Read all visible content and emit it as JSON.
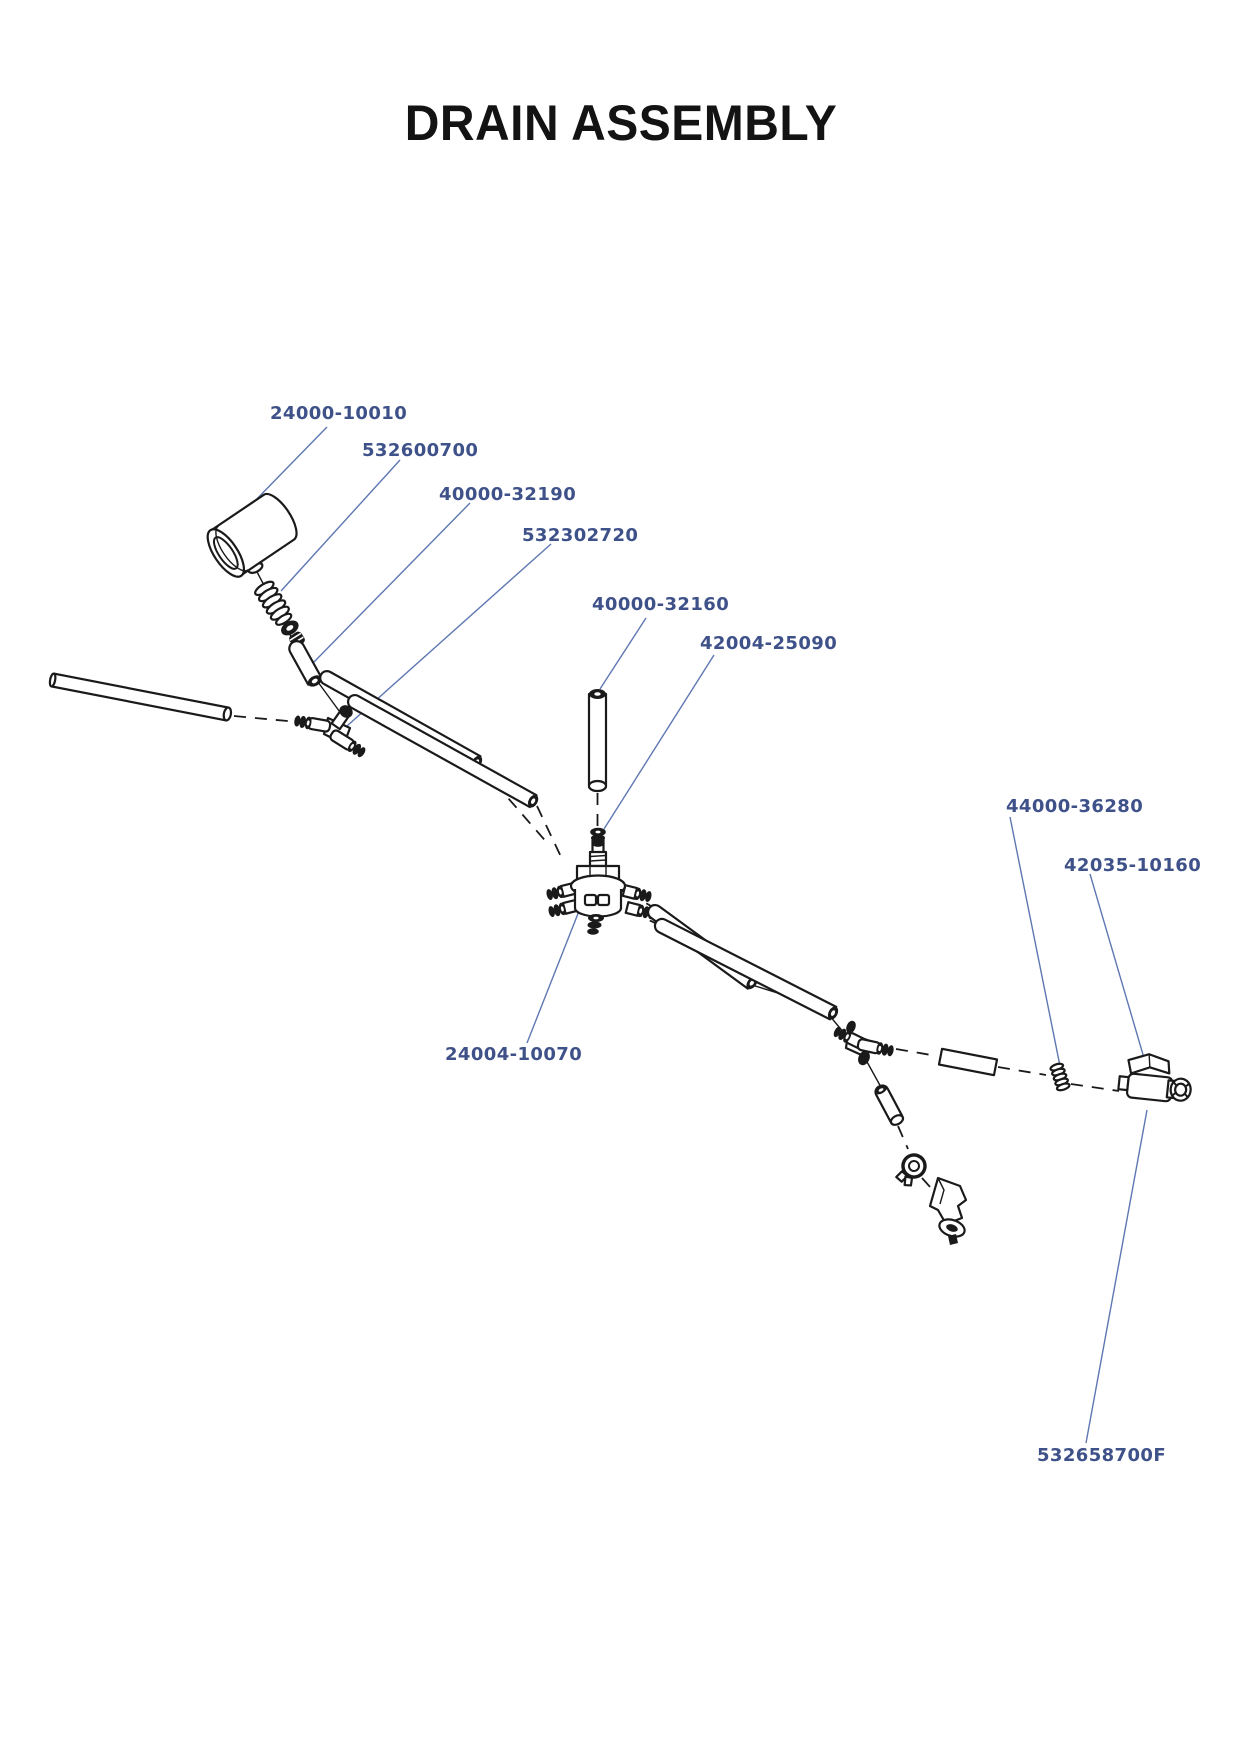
{
  "title": "DRAIN ASSEMBLY",
  "colors": {
    "title_text": "#131313",
    "label_text": "#3e5189",
    "leader_line": "#5e77b2",
    "line_work": "#1a1a1a",
    "background": "#ffffff"
  },
  "part_labels": [
    {
      "text": "24000-10010"
    },
    {
      "text": "532600700"
    },
    {
      "text": "40000-32190"
    },
    {
      "text": "532302720"
    },
    {
      "text": "40000-32160"
    },
    {
      "text": "42004-25090"
    },
    {
      "text": "44000-36280"
    },
    {
      "text": "42035-10160"
    },
    {
      "text": "24004-10070"
    },
    {
      "text": "532658700F"
    }
  ]
}
